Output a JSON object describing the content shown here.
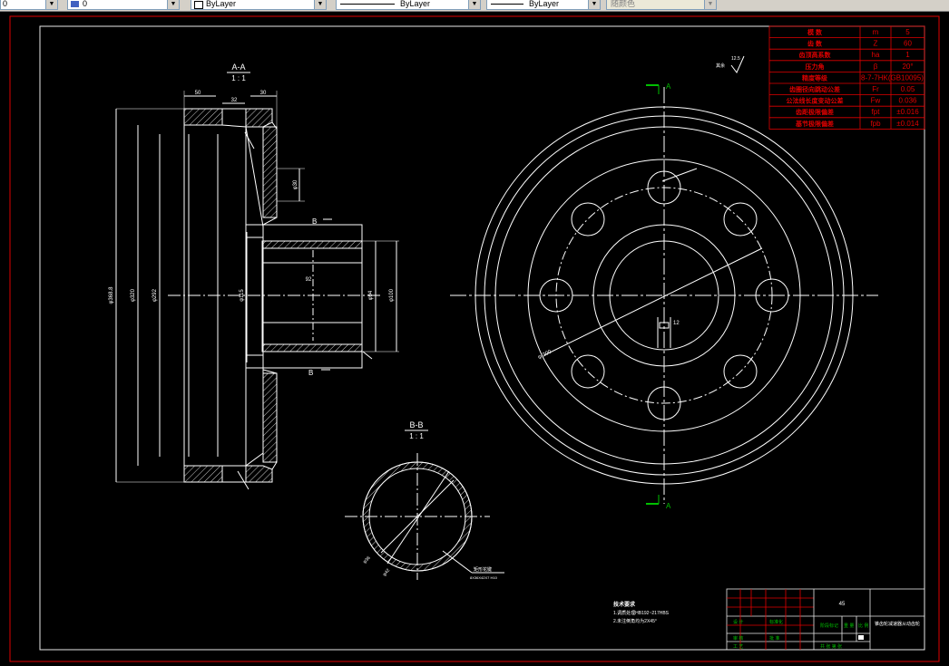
{
  "toolbar": {
    "combo_partial": "0",
    "layer_partial": "0",
    "color": "ByLayer",
    "linetype": "ByLayer",
    "lineweight": "ByLayer",
    "plotstyle": "随颜色"
  },
  "drawing": {
    "section_aa_title": "A-A",
    "section_aa_scale": "1 : 1",
    "section_bb_title": "B-B",
    "section_bb_scale": "1 : 1",
    "label_a_top": "A",
    "label_a_bottom": "A",
    "label_b_top": "B",
    "label_b_bottom": "B",
    "roughness_mark": "12.5",
    "dims": {
      "d_outer": "φ368.8",
      "d_root": "φ320",
      "d_inner": "φ292",
      "d_hub": "φ115",
      "d_bore": "φ100",
      "d_hole": "φ30",
      "w_top1": "50",
      "w_top2": "32",
      "w_top3": "30",
      "hub_len": "92",
      "key_w": "12",
      "pcd": "φ 200"
    },
    "spline_note_line1": "矩形花键",
    "spline_note_line2": "8X36X42X7 H10"
  },
  "gear_params": {
    "rows": [
      {
        "name": "模 数",
        "sym": "m",
        "val": "5"
      },
      {
        "name": "齿 数",
        "sym": "Z",
        "val": "60"
      },
      {
        "name": "齿顶高系数",
        "sym": "ha",
        "val": "1"
      },
      {
        "name": "压力角",
        "sym": "β",
        "val": "20°"
      },
      {
        "name": "精度等级",
        "sym": "",
        "val": "8-7-7HK(GB10095)"
      },
      {
        "name": "齿圈径向跳动公差",
        "sym": "Fr",
        "val": "0.05"
      },
      {
        "name": "公法线长度变动公差",
        "sym": "Fw",
        "val": "0.036"
      },
      {
        "name": "齿距极限偏差",
        "sym": "fpt",
        "val": "±0.016"
      },
      {
        "name": "基节极限偏差",
        "sym": "fpb",
        "val": "±0.014"
      }
    ]
  },
  "tech_req": {
    "title": "技术要求",
    "line1": "1.调质处理HB192~217HBS",
    "line2": "2.未注倒角均为2X45°"
  },
  "title_block": {
    "material": "45",
    "drawing_name": "锥齿轮减速器从动齿轮",
    "design_label": "设 计",
    "check_label": "审 核",
    "process_label": "工 艺",
    "standard_label": "标准化",
    "approve_label": "批 准",
    "scale_label": "比 例",
    "weight_label": "重 量",
    "stage_label": "阶段标记",
    "sheet_label": "共 张 第 张"
  },
  "colors": {
    "background": "#000000",
    "line": "#ffffff",
    "frame": "#e8e8e8",
    "red": "#e00000",
    "green": "#00c000",
    "toolbar": "#d4d0c8"
  }
}
